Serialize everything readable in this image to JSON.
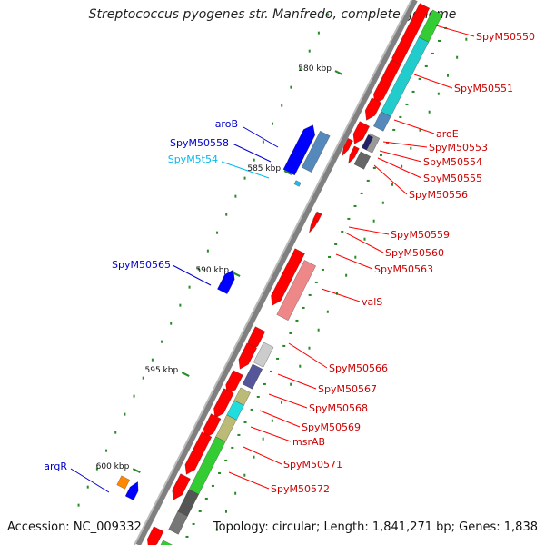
{
  "title": "Streptococcus pyogenes str. Manfredo, complete genome",
  "footer": {
    "accession": "Accession: NC_009332",
    "topology": "Topology: circular; Length: 1,841,271 bp; Genes: 1,838"
  },
  "colors": {
    "forward_gene": "#ff0000",
    "reverse_gene": "#0000ff",
    "label_forward": "#cc0000",
    "label_reverse": "#0000cc",
    "label_rna": "#00bbee",
    "cog_cyan": "#22cccc",
    "cog_green": "#33cc33",
    "cog_steel": "#5588bb",
    "cog_gray": "#999999",
    "cog_navy": "#222266",
    "cog_purple": "#555599",
    "cog_khaki": "#bbbb77",
    "cog_pink": "#ee8888",
    "cog_orange": "#ff8800",
    "backbone": "#808080",
    "tick": "#2a8a2a"
  },
  "kbp_marks": [
    "580 kbp",
    "585 kbp",
    "590 kbp",
    "595 kbp",
    "600 kbp"
  ],
  "labels_right": [
    "SpyM50550",
    "SpyM50551",
    "aroE",
    "SpyM50553",
    "SpyM50554",
    "SpyM50555",
    "SpyM50556",
    "SpyM50559",
    "SpyM50560",
    "SpyM50563",
    "valS",
    "SpyM50566",
    "SpyM50567",
    "SpyM50568",
    "SpyM50569",
    "msrAB",
    "SpyM50571",
    "SpyM50572"
  ],
  "labels_left": [
    "aroB",
    "SpyM50558",
    "SpyM5t54",
    "SpyM50565",
    "argR"
  ]
}
